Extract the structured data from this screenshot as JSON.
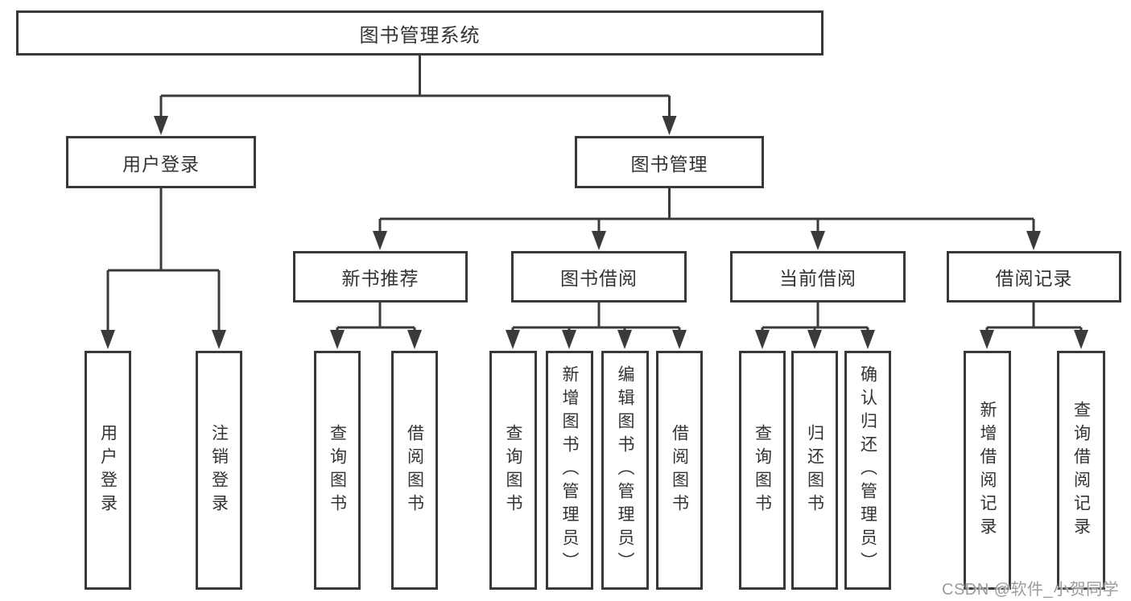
{
  "diagram": {
    "root": {
      "label": "图书管理系统"
    },
    "branches": [
      {
        "label": "用户登录",
        "children": [
          {
            "label": "用户登录"
          },
          {
            "label": "注销登录"
          }
        ]
      },
      {
        "label": "图书管理",
        "children": [
          {
            "label": "新书推荐",
            "children": [
              {
                "label": "查询图书"
              },
              {
                "label": "借阅图书"
              }
            ]
          },
          {
            "label": "图书借阅",
            "children": [
              {
                "label": "查询图书"
              },
              {
                "label": "新增图书（管理员）"
              },
              {
                "label": "编辑图书（管理员）"
              },
              {
                "label": "借阅图书"
              }
            ]
          },
          {
            "label": "当前借阅",
            "children": [
              {
                "label": "查询图书"
              },
              {
                "label": "归还图书"
              },
              {
                "label": "确认归还（管理员）"
              }
            ]
          },
          {
            "label": "借阅记录",
            "children": [
              {
                "label": "新增借阅记录"
              },
              {
                "label": "查询借阅记录"
              }
            ]
          }
        ]
      }
    ]
  },
  "watermark": {
    "text": "CSDN @软件_小贺同学",
    "color": "#949494"
  },
  "colors": {
    "line": "#3a3a3a",
    "border": "#383838",
    "text": "#333333",
    "background": "#ffffff"
  }
}
